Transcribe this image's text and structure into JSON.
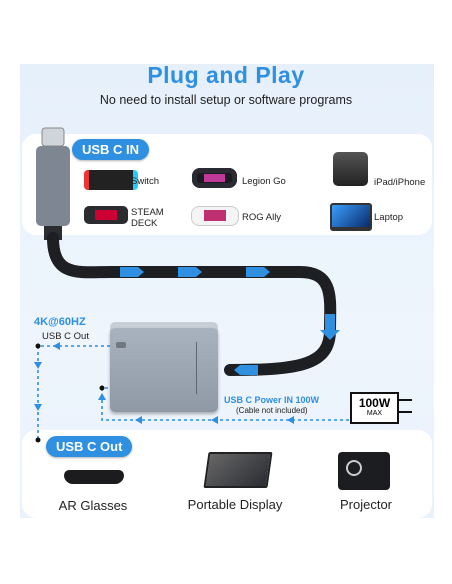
{
  "header": {
    "title": "Plug and Play",
    "subtitle": "No need to install setup or software programs"
  },
  "input": {
    "badge": "USB C IN",
    "devices": [
      {
        "label": "Switch",
        "icon": "switch-console-icon"
      },
      {
        "label": "Legion Go",
        "icon": "legion-go-icon"
      },
      {
        "label": "iPad/iPhone",
        "icon": "iphone-icon"
      },
      {
        "label": "STEAM\nDECK",
        "icon": "steam-deck-icon"
      },
      {
        "label": "ROG Ally",
        "icon": "rog-ally-icon"
      },
      {
        "label": "Laptop",
        "icon": "laptop-icon"
      }
    ]
  },
  "output_port": {
    "resolution": "4K@60HZ",
    "label": "USB C Out"
  },
  "power": {
    "label": "USB C Power IN 100W",
    "note": "(Cable not included)",
    "watt": "100W",
    "watt_sub": "MAX"
  },
  "output": {
    "badge": "USB C Out",
    "devices": [
      {
        "label": "AR Glasses",
        "icon": "ar-glasses-icon"
      },
      {
        "label": "Portable Display",
        "icon": "portable-display-icon"
      },
      {
        "label": "Projector",
        "icon": "projector-icon"
      }
    ]
  },
  "colors": {
    "accent": "#2f8fe0",
    "cable": "#1d1f22",
    "hub": "#9aa4b0"
  }
}
